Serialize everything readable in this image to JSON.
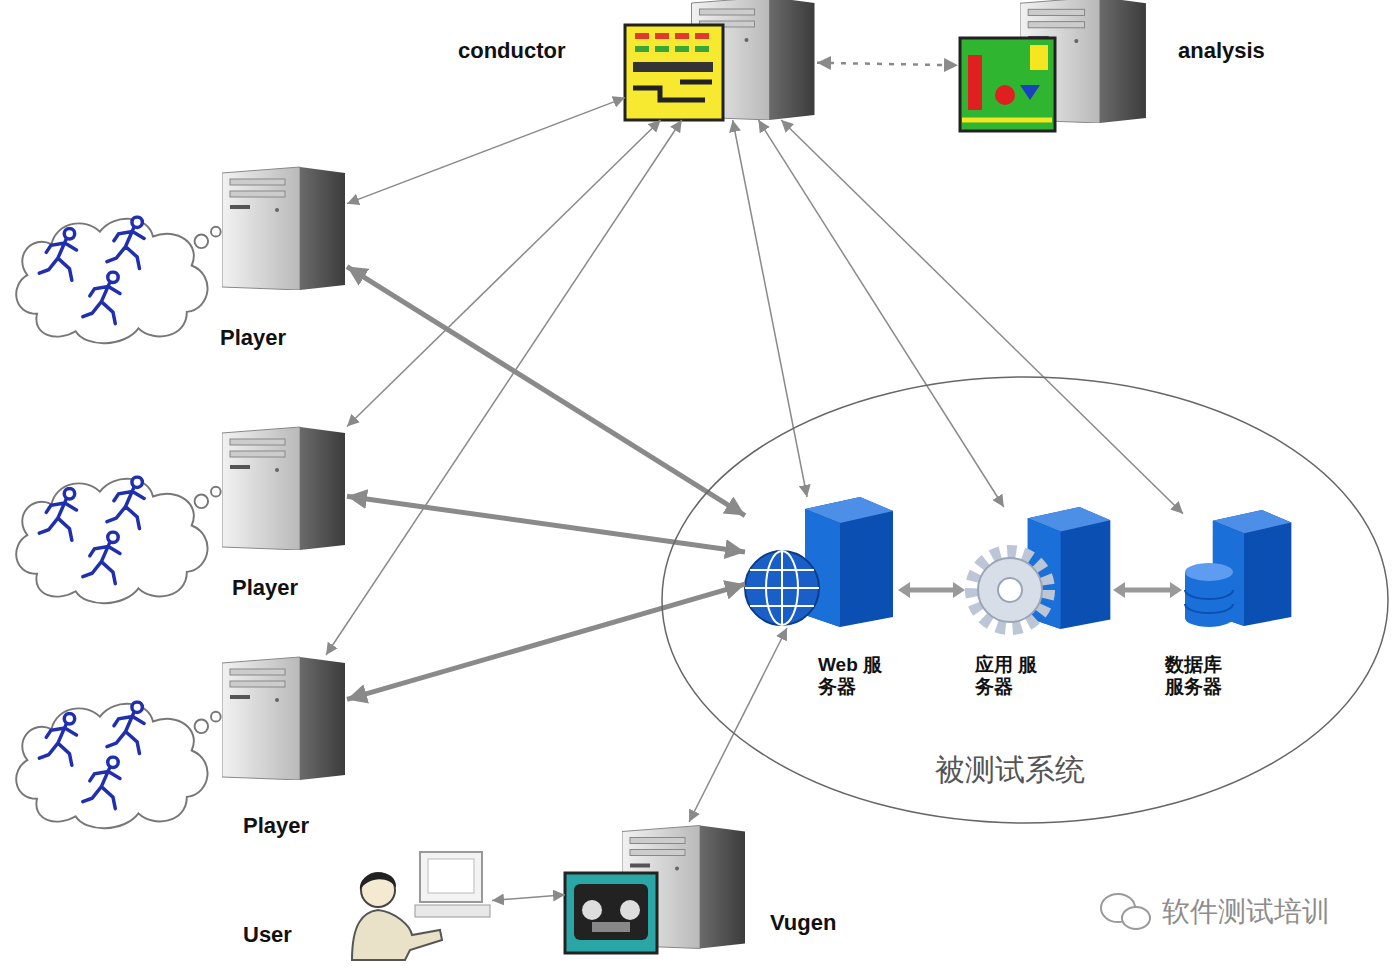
{
  "diagram": {
    "nodes": [
      {
        "text": [
          "conductor"
        ]
      },
      {
        "text": [
          "analysis"
        ]
      },
      {
        "text": [
          "Player"
        ]
      },
      {
        "text": [
          "Player"
        ]
      },
      {
        "text": [
          "Player"
        ]
      },
      {
        "text": [
          "被测试系统"
        ]
      },
      {
        "text": [
          "Web 服务器"
        ],
        "in": 5
      },
      {
        "text": [
          "应用 服务器"
        ],
        "in": 5
      },
      {
        "text": [
          "数据库 服务器"
        ],
        "in": 5
      },
      {
        "text": [
          "User"
        ]
      },
      {
        "text": [
          "Vugen"
        ]
      }
    ],
    "edges": [
      {
        "from": 0,
        "to": 1,
        "arrow": "both"
      },
      {
        "from": 0,
        "to": 2,
        "arrow": "both"
      },
      {
        "from": 0,
        "to": 3,
        "arrow": "both"
      },
      {
        "from": 0,
        "to": 4,
        "arrow": "both"
      },
      {
        "from": 0,
        "to": 6,
        "arrow": "both"
      },
      {
        "from": 0,
        "to": 7,
        "arrow": "both"
      },
      {
        "from": 0,
        "to": 8,
        "arrow": "both"
      },
      {
        "from": 2,
        "to": 6,
        "arrow": "both"
      },
      {
        "from": 3,
        "to": 6,
        "arrow": "both"
      },
      {
        "from": 4,
        "to": 6,
        "arrow": "both"
      },
      {
        "from": 10,
        "to": 6,
        "arrow": "both"
      },
      {
        "from": 9,
        "to": 10,
        "arrow": "both"
      }
    ],
    "labels": [
      "软件测试培训"
    ]
  }
}
